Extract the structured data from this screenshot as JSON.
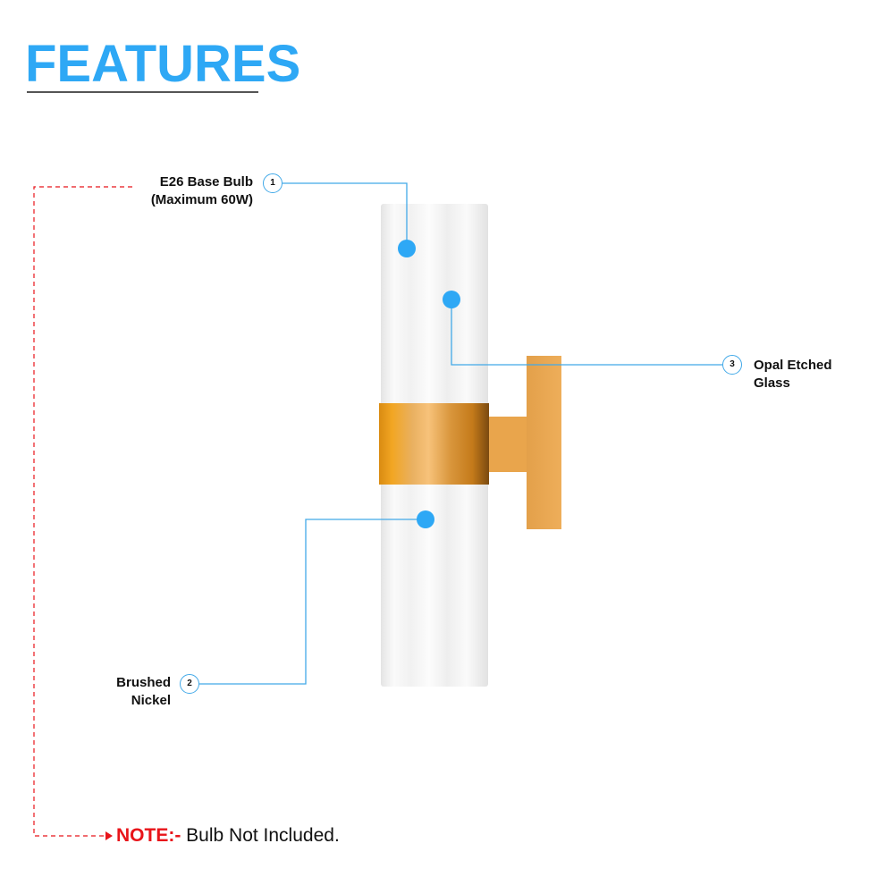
{
  "title": "FEATURES",
  "callouts": [
    {
      "number": "1",
      "line1": "E26 Base Bulb",
      "line2": "(Maximum 60W)"
    },
    {
      "number": "2",
      "line1": "Brushed",
      "line2": "Nickel"
    },
    {
      "number": "3",
      "line1": "Opal Etched",
      "line2": "Glass"
    }
  ],
  "note": {
    "prefix": "NOTE:-",
    "text": " Bulb Not Included."
  },
  "colors": {
    "accent": "#2ea8f5",
    "callout_line": "#42a9e8",
    "note_red": "#e8141a",
    "gold": "#e9a54c"
  }
}
